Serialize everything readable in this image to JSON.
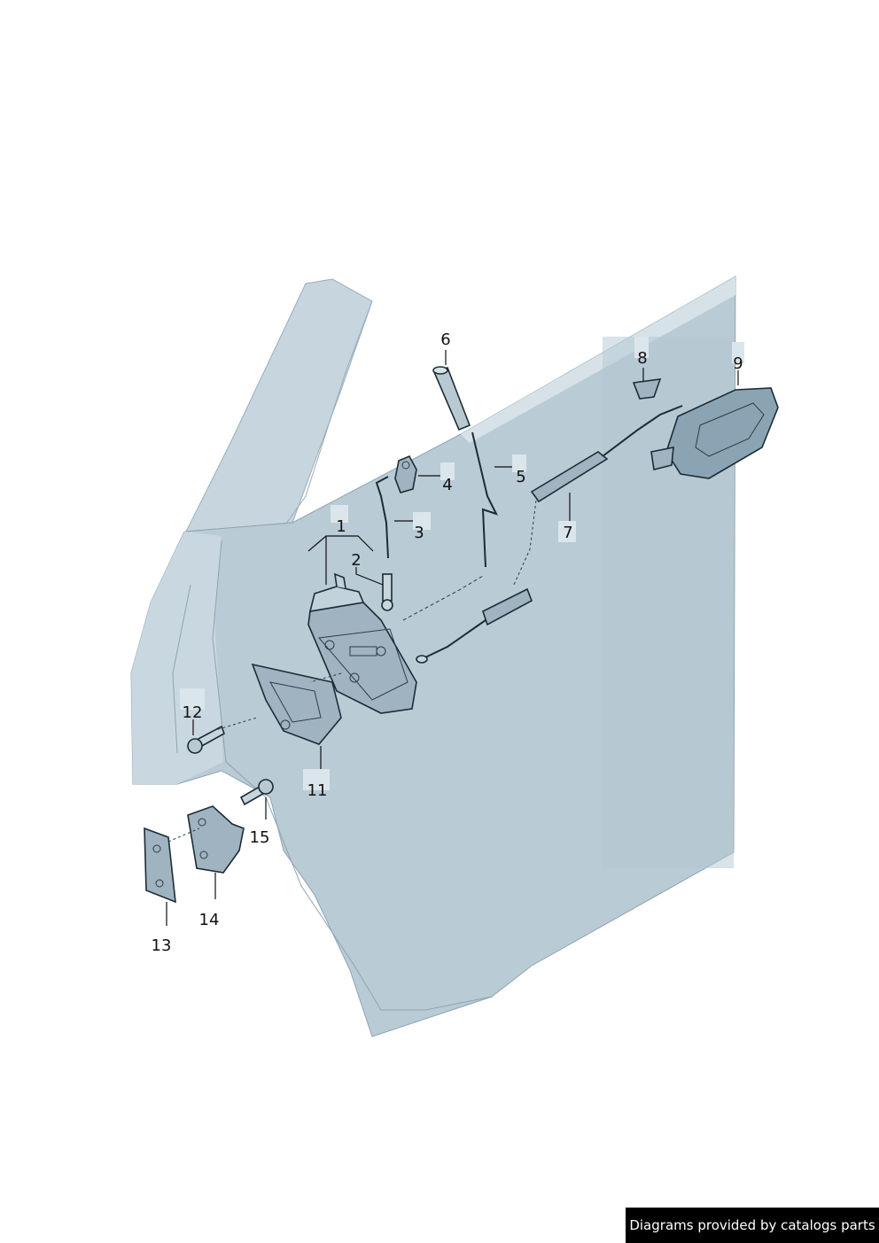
{
  "parts": {
    "p1": "1",
    "p2": "2",
    "p3": "3",
    "p4": "4",
    "p5": "5",
    "p6": "6",
    "p7": "7",
    "p8": "8",
    "p9": "9",
    "p11": "11",
    "p12": "12",
    "p13": "13",
    "p14": "14",
    "p15": "15"
  },
  "credit": "Diagrams provided by catalogs parts",
  "colors": {
    "door_fill": "#b9cbd5",
    "door_light": "#d2dfe6",
    "part_fill": "#9fb4c0",
    "part_dark": "#6f8896",
    "handle_fill": "#8aa4b3",
    "label_box": "#dbe6ec"
  }
}
